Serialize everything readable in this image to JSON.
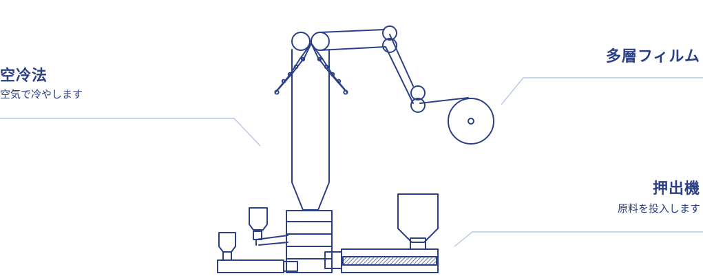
{
  "labels": {
    "air_cooling": {
      "title": "空冷法",
      "subtitle": "空気で冷やします"
    },
    "multilayer_film": {
      "title": "多層フィルム"
    },
    "extruder": {
      "title": "押出機",
      "subtitle": "原料を投入します"
    }
  },
  "colors": {
    "line": "#2b3f87",
    "callout": "#b9c6e6",
    "text": "#2b3f87"
  }
}
